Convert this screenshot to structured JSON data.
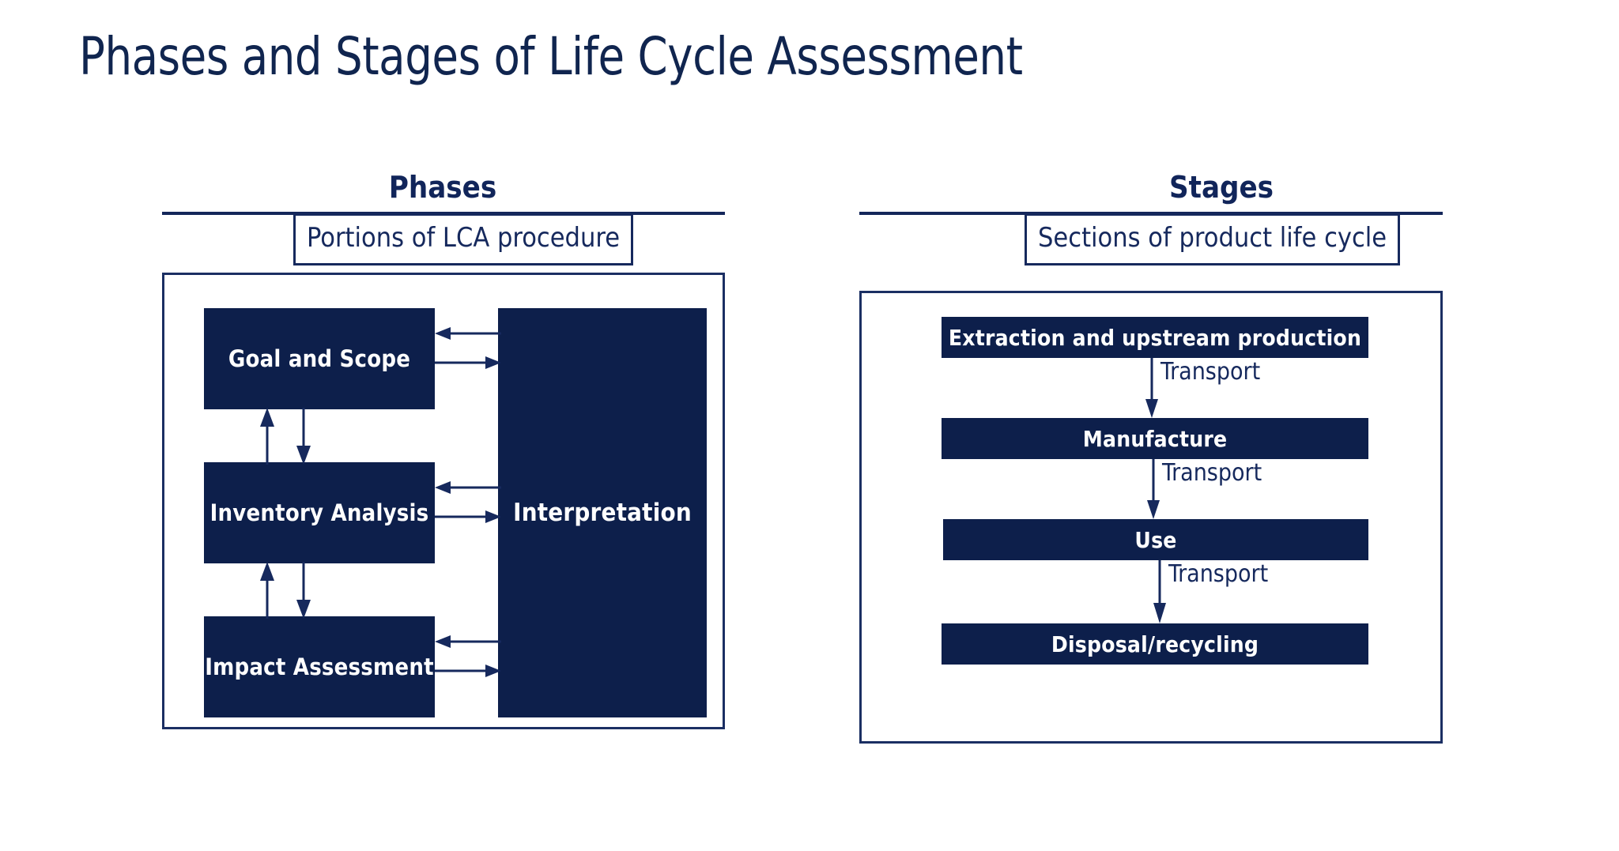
{
  "slide": {
    "title": "Phases and Stages of Life Cycle Assessment",
    "background_color": "#ffffff",
    "accent_color": "#0d1f4b",
    "text_color": "#16295d"
  },
  "columns": {
    "phases": {
      "heading": "Phases",
      "caption": "Portions of LCA procedure",
      "nodes": [
        {
          "id": "goal",
          "label": "Goal and Scope"
        },
        {
          "id": "inventory",
          "label": "Inventory Analysis"
        },
        {
          "id": "impact",
          "label": "Impact Assessment"
        },
        {
          "id": "interpretation",
          "label": "Interpretation"
        }
      ],
      "connections": [
        {
          "from": "interpretation",
          "to": "goal",
          "direction": "left"
        },
        {
          "from": "goal",
          "to": "interpretation",
          "direction": "right"
        },
        {
          "from": "interpretation",
          "to": "inventory",
          "direction": "left"
        },
        {
          "from": "inventory",
          "to": "interpretation",
          "direction": "right"
        },
        {
          "from": "interpretation",
          "to": "impact",
          "direction": "left"
        },
        {
          "from": "impact",
          "to": "interpretation",
          "direction": "right"
        },
        {
          "from": "inventory",
          "to": "goal",
          "direction": "up"
        },
        {
          "from": "goal",
          "to": "inventory",
          "direction": "down"
        },
        {
          "from": "impact",
          "to": "inventory",
          "direction": "up"
        },
        {
          "from": "inventory",
          "to": "impact",
          "direction": "down"
        }
      ]
    },
    "stages": {
      "heading": "Stages",
      "caption": "Sections of product life cycle",
      "nodes": [
        {
          "id": "extraction",
          "label": "Extraction and upstream production"
        },
        {
          "id": "manufacture",
          "label": "Manufacture"
        },
        {
          "id": "use",
          "label": "Use"
        },
        {
          "id": "disposal",
          "label": "Disposal/recycling"
        }
      ],
      "connections": [
        {
          "from": "extraction",
          "to": "manufacture",
          "label": "Transport",
          "direction": "down"
        },
        {
          "from": "manufacture",
          "to": "use",
          "label": "Transport",
          "direction": "down"
        },
        {
          "from": "use",
          "to": "disposal",
          "label": "Transport",
          "direction": "down"
        }
      ]
    }
  }
}
